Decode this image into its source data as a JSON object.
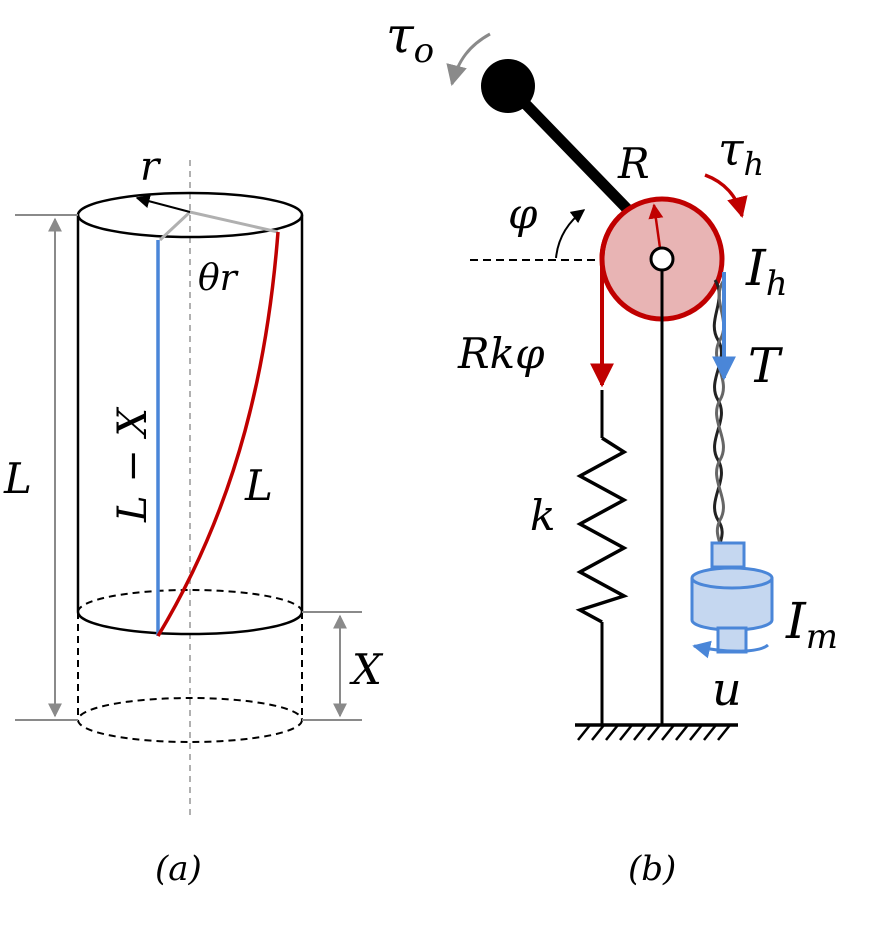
{
  "colors": {
    "red": "#c00000",
    "blue": "#4a86d8",
    "gray": "#8a8a8a",
    "light_gray": "#b0b0b0",
    "pulley_fill": "#e8b4b4",
    "mass_fill": "#c5d7f0",
    "black": "#000000"
  },
  "panel_a": {
    "caption": "(a)",
    "label_r": "r",
    "label_theta_r": "θr",
    "label_L_minus_X": "L − X",
    "label_L_curve": "L",
    "label_L_height": "L",
    "label_X": "X"
  },
  "panel_b": {
    "caption": "(b)",
    "label_tau_o": "τ",
    "label_tau_o_sub": "o",
    "label_R": "R",
    "label_tau_h": "τ",
    "label_tau_h_sub": "h",
    "label_phi": "φ",
    "label_I_h": "I",
    "label_I_h_sub": "h",
    "label_Rkphi": "Rkφ",
    "label_T": "T",
    "label_k": "k",
    "label_I_m": "I",
    "label_I_m_sub": "m",
    "label_u": "u"
  }
}
